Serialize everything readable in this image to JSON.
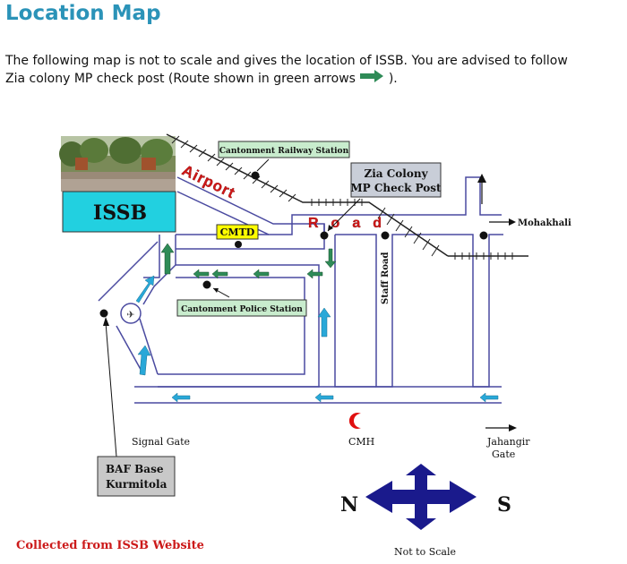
{
  "page": {
    "title": "Location Map",
    "intro_line1": "The following map is not to scale and gives the location of ISSB. You are advised to follow",
    "intro_line2_before": "Zia colony MP check post (Route shown in green arrows",
    "intro_line2_after": ")."
  },
  "map": {
    "labels": {
      "issb": "ISSB",
      "cantonment_railway_station": "Cantonment  Railway  Station",
      "zia_colony_line1": "Zia Colony",
      "zia_colony_line2": "MP Check Post",
      "airport": "Airport",
      "road": "Road",
      "cmtd": "CMTD",
      "mohakhali": "Mohakhali",
      "cantonment_police_station": "Cantonment  Police  Station",
      "staff_road": "Staff Road",
      "signal_gate": "Signal Gate",
      "cmh": "CMH",
      "jahangir_gate_line1": "Jahangir",
      "jahangir_gate_line2": "Gate",
      "baf_base_line1": "BAF Base",
      "baf_base_line2": "Kurmitola",
      "compass_n": "N",
      "compass_s": "S",
      "not_to_scale": "Not to Scale"
    },
    "colors": {
      "route_green": "#2e8b57",
      "blue_arrow": "#29a8d8",
      "road_outline": "#4a4aa0",
      "railway": "#222222",
      "issb_box": "#22d0e0",
      "compass": "#1a1a8c",
      "label_box_green": "#c8eccd",
      "label_box_gray": "#c9ced8",
      "label_box_yellow": "#ffff00",
      "baf_box": "#c8c8c8",
      "airport_road_text": "#d01818"
    }
  },
  "footer": {
    "credit": "Collected from ISSB Website"
  }
}
